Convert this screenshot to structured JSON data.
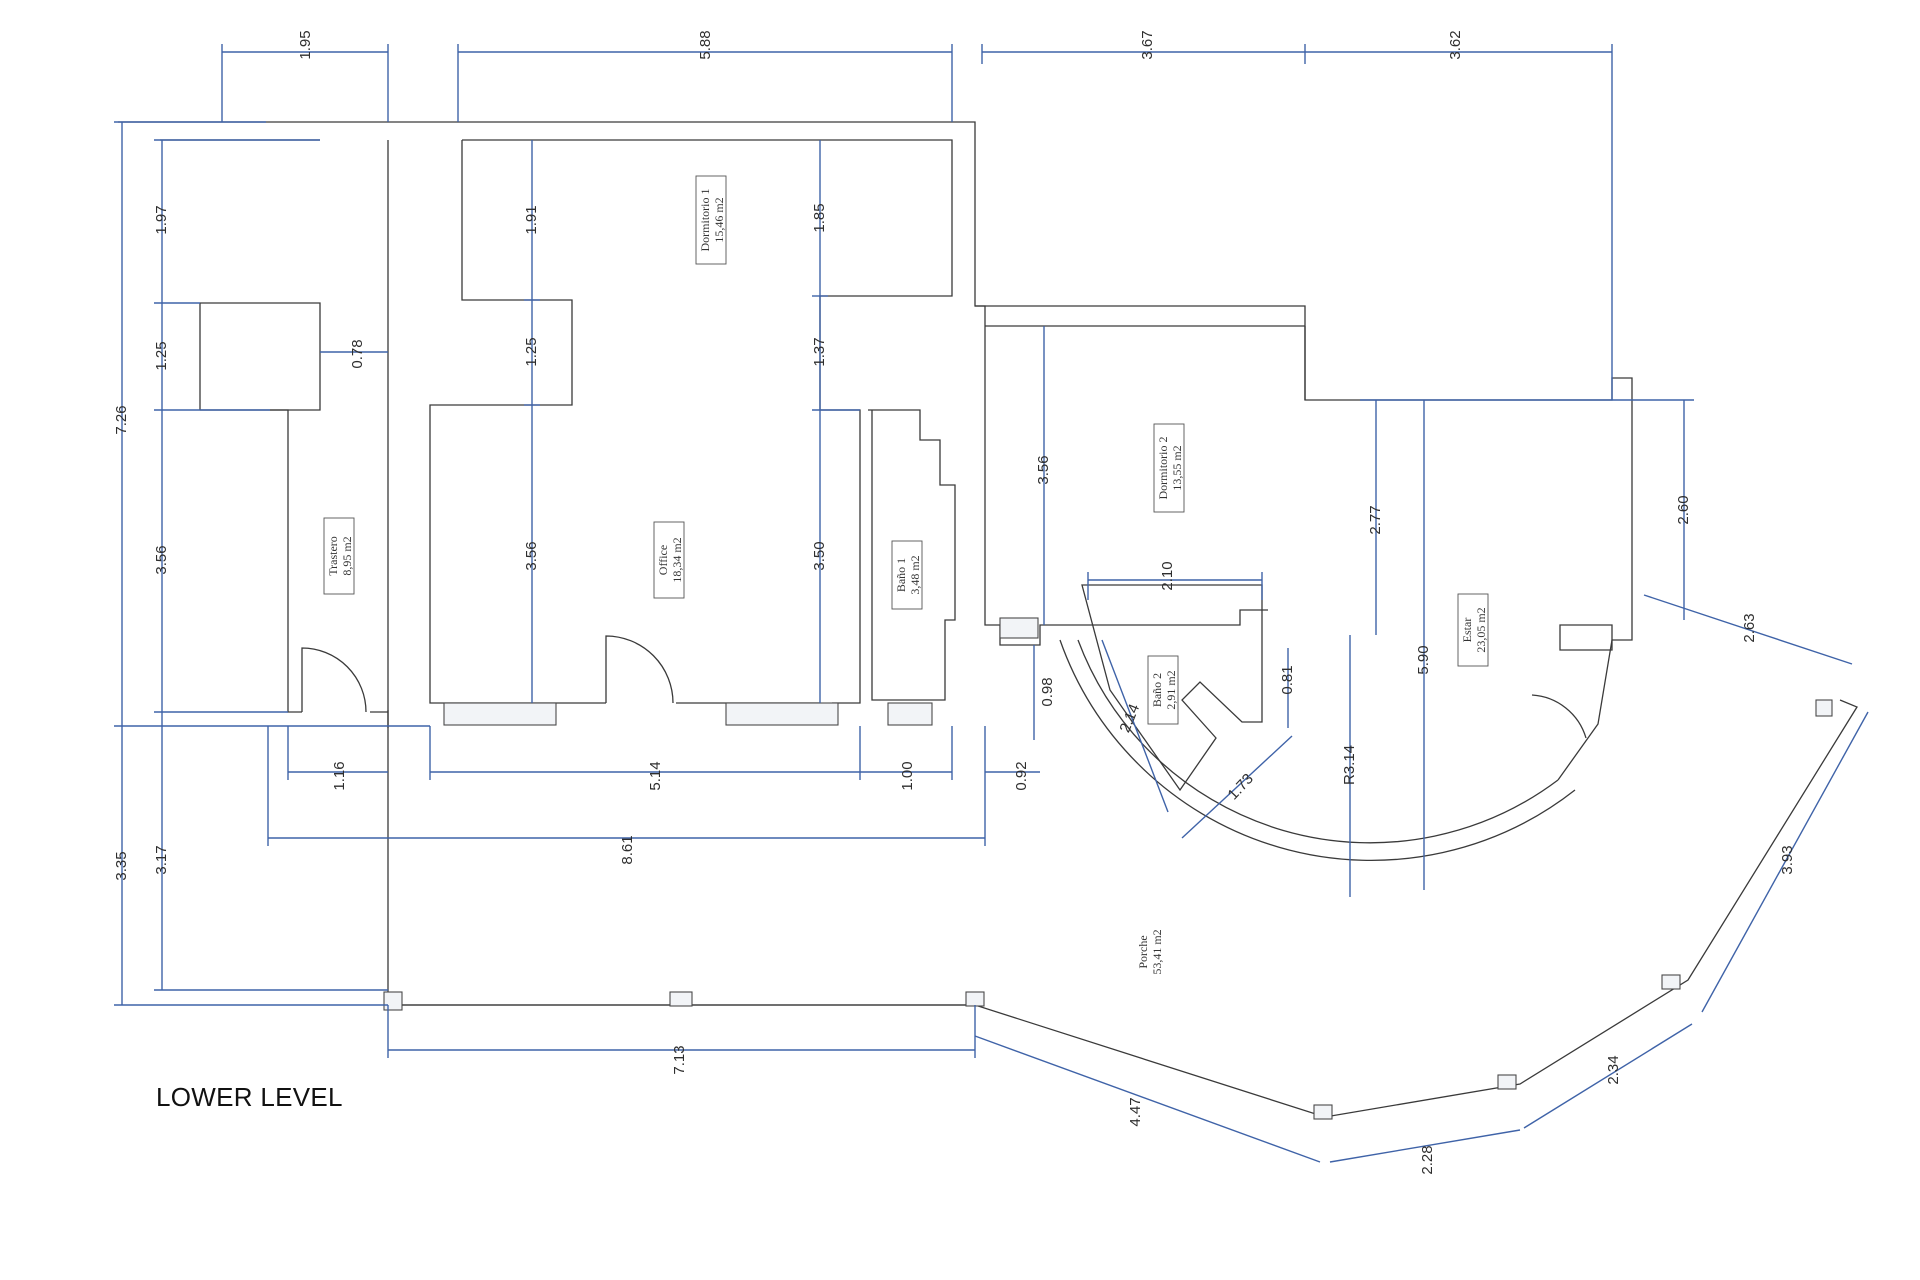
{
  "level_label": "LOWER LEVEL",
  "colors": {
    "dimension_line": "#3f63a8",
    "wall": "#3a3a3a",
    "background": "#ffffff"
  },
  "rooms": [
    {
      "id": "trastero",
      "name": "Trastero",
      "area": "8,95 m2"
    },
    {
      "id": "office",
      "name": "Office",
      "area": "18,34 m2"
    },
    {
      "id": "dormitorio1",
      "name": "Dormitorio 1",
      "area": "15,46 m2"
    },
    {
      "id": "bano1",
      "name": "Baño 1",
      "area": "3,48 m2"
    },
    {
      "id": "dormitorio2",
      "name": "Dormitorio 2",
      "area": "13,55 m2"
    },
    {
      "id": "bano2",
      "name": "Baño 2",
      "area": "2,91 m2"
    },
    {
      "id": "estar",
      "name": "Estar",
      "area": "23,05 m2"
    },
    {
      "id": "porche",
      "name": "Porche",
      "area": "53,41 m2"
    }
  ],
  "dimensions": {
    "top_1": "1.95",
    "top_2": "5.88",
    "top_3": "3.67",
    "top_4": "3.62",
    "left_total": "7.26",
    "left_a": "1.97",
    "left_b": "1.25",
    "left_c": "3.56",
    "left_d": "3.17",
    "left_e": "3.35",
    "trastero_078": "0.78",
    "office_191": "1.91",
    "office_125": "1.25",
    "office_356": "3.56",
    "dorm1_185": "1.85",
    "dorm1_137": "1.37",
    "office_350": "3.50",
    "dorm2_356": "3.56",
    "bano2_210": "2.10",
    "bano2_081": "0.81",
    "bano2_214": "2.14",
    "bano2_173": "1.73",
    "dorm2_277": "2.77",
    "estar_590": "5.90",
    "radius": "R3.14",
    "estar_260": "2.60",
    "porch_263": "2.63",
    "porch_393": "3.93",
    "porch_234": "2.34",
    "porch_228": "2.28",
    "porch_447": "4.47",
    "bottom_713": "7.13",
    "width_861": "8.61",
    "bottom_116": "1.16",
    "bottom_514": "5.14",
    "bottom_100": "1.00",
    "bottom_092": "0.92",
    "vert_098": "0.98"
  }
}
